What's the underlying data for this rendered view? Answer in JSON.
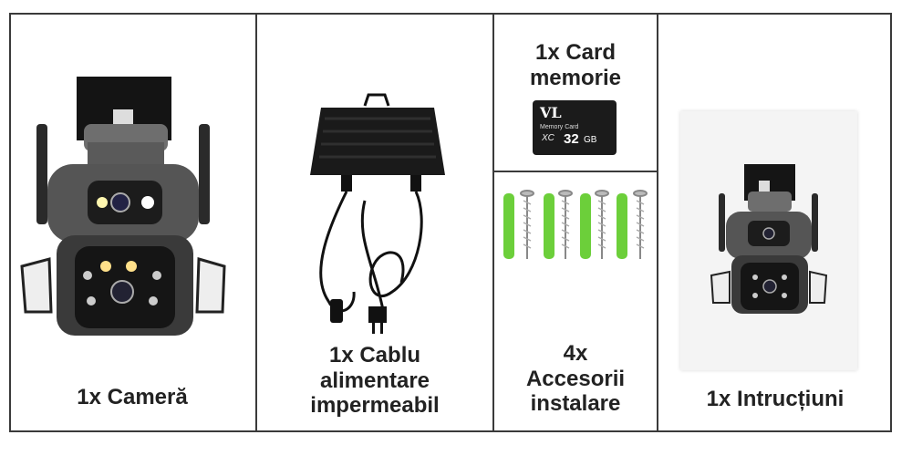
{
  "panels": {
    "camera": {
      "label": "1x Cameră"
    },
    "cable": {
      "label_line1": "1x Cablu",
      "label_line2": "alimentare",
      "label_line3": "impermeabil"
    },
    "card": {
      "label_line1": "1x Card",
      "label_line2": "memorie",
      "card_brand": "VL",
      "card_text": "Memory Card",
      "card_class": "XC",
      "card_capacity": "32",
      "card_unit": "GB"
    },
    "accessories": {
      "label_line1": "4x",
      "label_line2": "Accesorii",
      "label_line3": "instalare"
    },
    "manual": {
      "label": "1x Intrucțiuni"
    }
  },
  "colors": {
    "border": "#3a3a3a",
    "anchor_green": "#6ccf3a",
    "card_black": "#1b1b1b"
  }
}
